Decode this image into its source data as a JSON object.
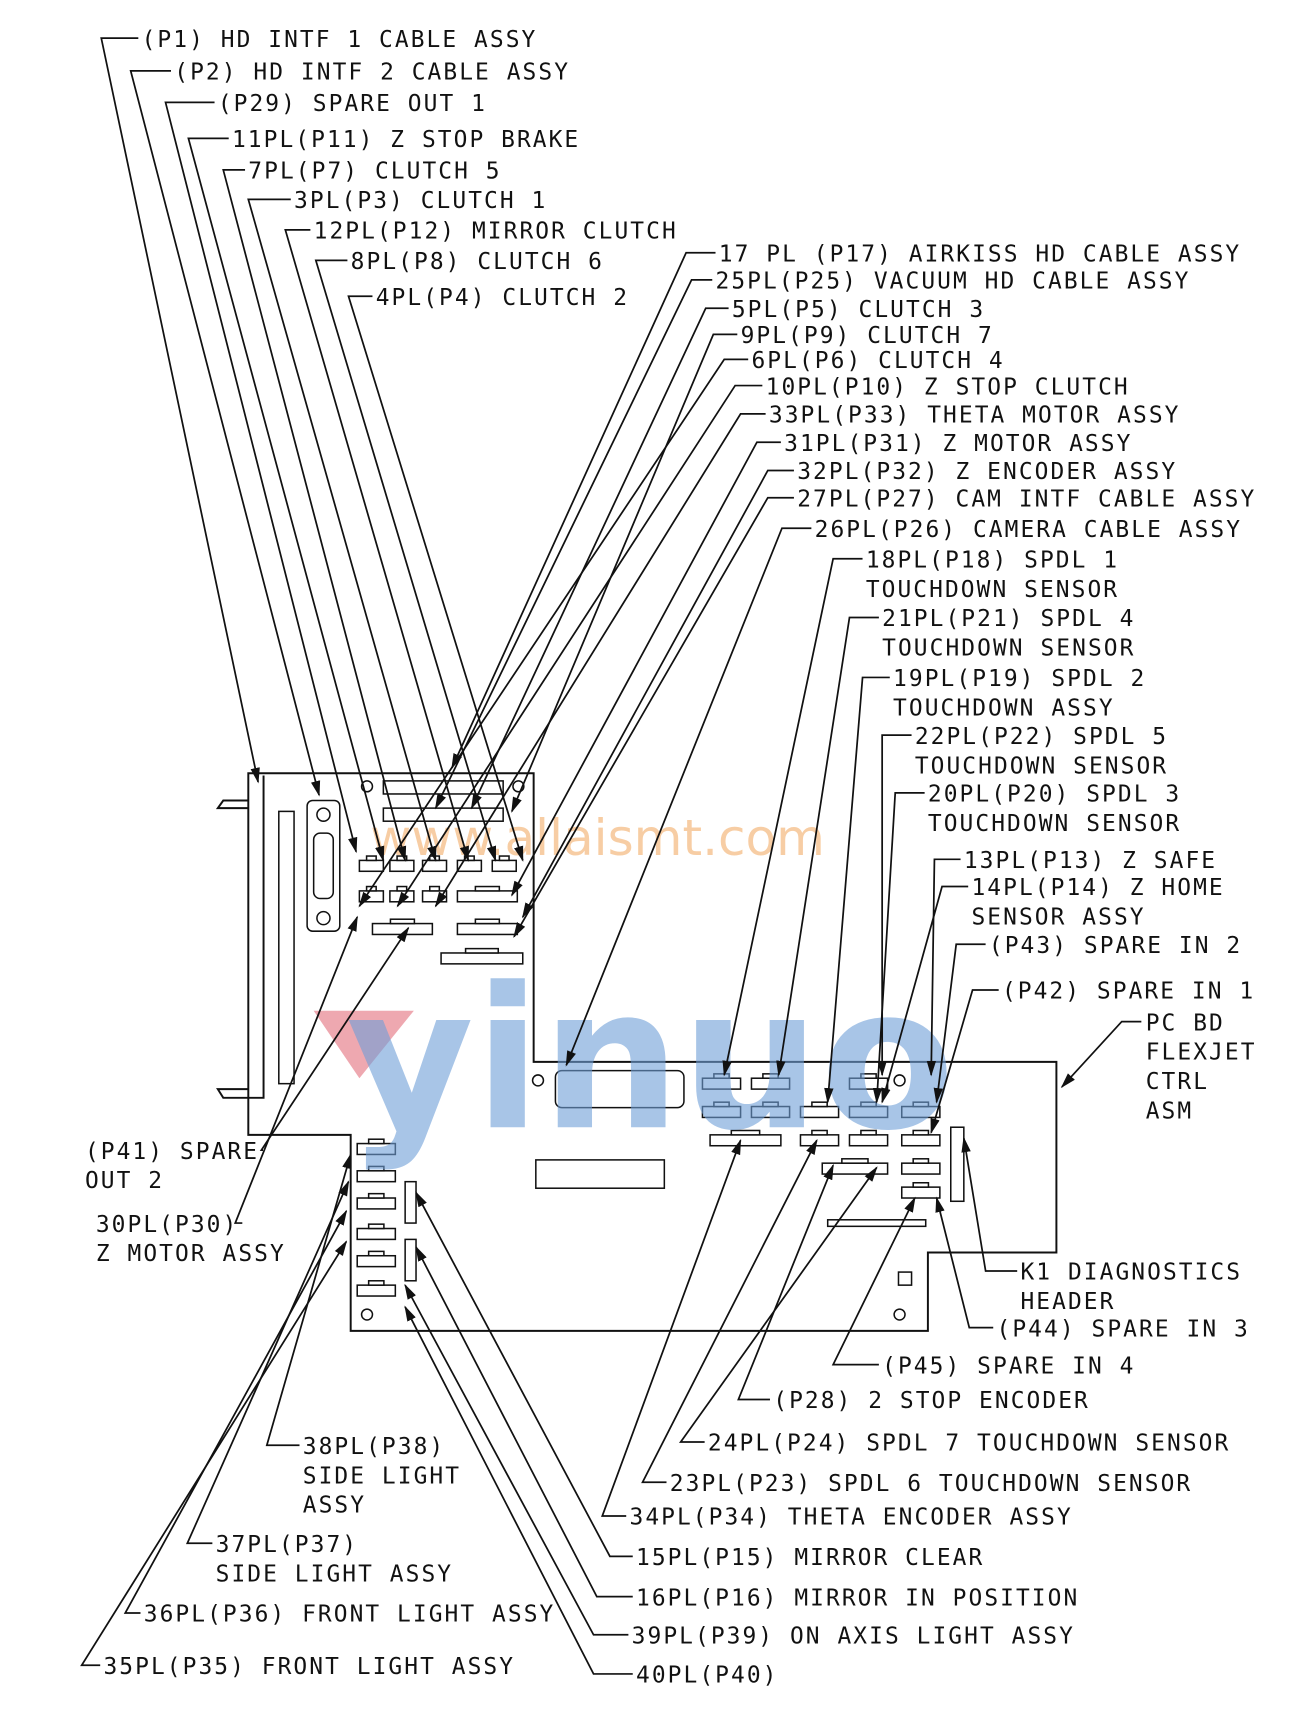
{
  "diagram": {
    "title_block": [
      "PC BD",
      "FLEXJET",
      "CTRL",
      "ASM"
    ],
    "labels": [
      [
        "(P1) HD INTF 1 CABLE ASSY"
      ],
      [
        "(P2) HD INTF 2 CABLE ASSY"
      ],
      [
        "(P29) SPARE OUT 1"
      ],
      [
        "11PL(P11) Z STOP BRAKE"
      ],
      [
        "7PL(P7) CLUTCH 5"
      ],
      [
        "3PL(P3) CLUTCH 1"
      ],
      [
        "12PL(P12) MIRROR CLUTCH"
      ],
      [
        "8PL(P8) CLUTCH 6"
      ],
      [
        "4PL(P4) CLUTCH 2"
      ],
      [
        "17 PL (P17) AIRKISS HD CABLE ASSY"
      ],
      [
        "25PL(P25) VACUUM HD CABLE ASSY"
      ],
      [
        "5PL(P5) CLUTCH 3"
      ],
      [
        "9PL(P9) CLUTCH 7"
      ],
      [
        "6PL(P6) CLUTCH 4"
      ],
      [
        "10PL(P10) Z STOP CLUTCH"
      ],
      [
        "33PL(P33) THETA MOTOR ASSY"
      ],
      [
        "31PL(P31) Z MOTOR ASSY"
      ],
      [
        "32PL(P32) Z ENCODER ASSY"
      ],
      [
        "27PL(P27) CAM INTF CABLE ASSY"
      ],
      [
        "26PL(P26) CAMERA CABLE ASSY"
      ],
      [
        "18PL(P18) SPDL 1",
        "TOUCHDOWN SENSOR"
      ],
      [
        "21PL(P21) SPDL 4",
        "TOUCHDOWN SENSOR"
      ],
      [
        "19PL(P19) SPDL 2",
        "TOUCHDOWN ASSY"
      ],
      [
        "22PL(P22) SPDL 5",
        "TOUCHDOWN SENSOR"
      ],
      [
        "20PL(P20) SPDL 3",
        "TOUCHDOWN SENSOR"
      ],
      [
        "13PL(P13) Z SAFE"
      ],
      [
        "14PL(P14) Z HOME",
        "SENSOR ASSY"
      ],
      [
        "(P43) SPARE IN 2"
      ],
      [
        "(P42) SPARE IN 1"
      ],
      [
        "(P41) SPARE",
        "OUT 2"
      ],
      [
        "30PL(P30)",
        "Z MOTOR ASSY"
      ],
      [
        "K1 DIAGNOSTICS",
        "HEADER"
      ],
      [
        "(P44) SPARE IN 3"
      ],
      [
        "(P45) SPARE IN 4"
      ],
      [
        "(P28) 2 STOP ENCODER"
      ],
      [
        "24PL(P24) SPDL 7 TOUCHDOWN SENSOR"
      ],
      [
        "23PL(P23) SPDL 6 TOUCHDOWN SENSOR"
      ],
      [
        "34PL(P34) THETA ENCODER ASSY"
      ],
      [
        "15PL(P15) MIRROR CLEAR"
      ],
      [
        "16PL(P16) MIRROR IN POSITION"
      ],
      [
        "39PL(P39) ON AXIS LIGHT ASSY"
      ],
      [
        "40PL(P40)"
      ],
      [
        "38PL(P38)",
        "SIDE LIGHT",
        "ASSY"
      ],
      [
        "37PL(P37)",
        "SIDE LIGHT ASSY"
      ],
      [
        "36PL(P36) FRONT LIGHT ASSY"
      ],
      [
        "35PL(P35) FRONT LIGHT ASSY"
      ]
    ]
  },
  "watermark": {
    "url_text": "www.allaismt.com",
    "logo_text": "yinuo",
    "colors": {
      "url": "#f2a65a",
      "logo_blue": "#6f9fd8",
      "logo_red": "#e06070"
    }
  }
}
